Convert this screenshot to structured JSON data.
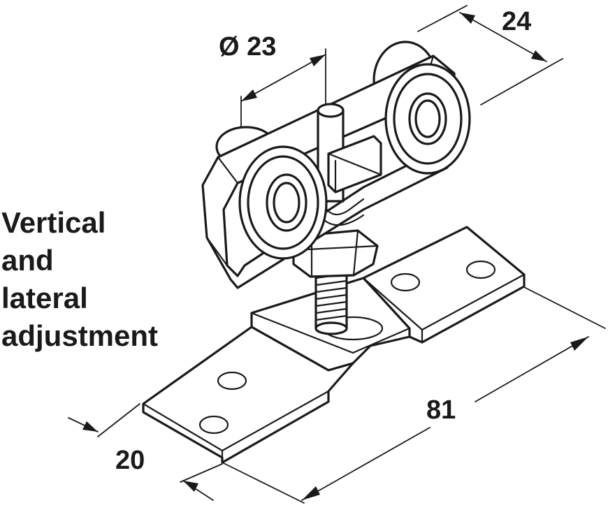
{
  "dimensions": {
    "diameter": "Ø 23",
    "depth": "24",
    "length": "81",
    "width": "20"
  },
  "callout": {
    "line1": "Vertical",
    "line2": "and",
    "line3": "lateral",
    "line4": "adjustment"
  },
  "colors": {
    "ink": "#1a1a1a",
    "background": "#ffffff"
  }
}
